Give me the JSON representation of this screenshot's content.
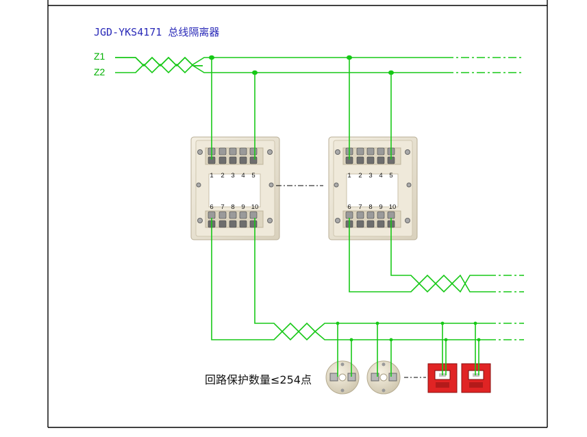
{
  "title": "JGD-YKS4171 总线隔离器",
  "bus_labels": {
    "z1": "Z1",
    "z2": "Z2"
  },
  "terminals_top": [
    "1",
    "2",
    "3",
    "4",
    "5"
  ],
  "terminals_bottom": [
    "6",
    "7",
    "8",
    "9",
    "10"
  ],
  "note": "回路保护数量≤254点",
  "colors": {
    "wire": "#16c816",
    "frame": "#000000",
    "title": "#2a2ab8",
    "module_body": "#ece6d6",
    "alarm_red": "#e02424"
  }
}
